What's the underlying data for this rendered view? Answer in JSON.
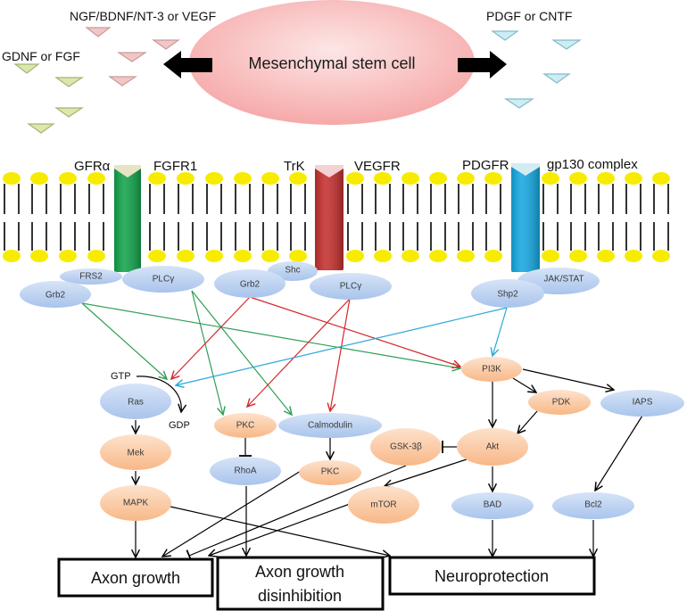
{
  "cell": {
    "label": "Mesenchymal stem cell",
    "color": "#f6a9a9"
  },
  "ligands": [
    {
      "label": "NGF/BDNF/NT-3 or VEGF",
      "color": "#f2c6c6",
      "edge_color": "#c99a9a"
    },
    {
      "label": "GDNF or FGF",
      "color": "#dbe7ab",
      "edge_color": "#a3b474"
    },
    {
      "label": "PDGF or CNTF",
      "color": "#cbedf4",
      "edge_color": "#86b9c6"
    }
  ],
  "receptors": [
    {
      "left_label": "GFRα",
      "right_label": "FGFR1",
      "color": "#12a34c",
      "cap_color": "#e6e4c4"
    },
    {
      "left_label": "TrK",
      "right_label": "VEGFR",
      "color": "#c4302e",
      "cap_color": "#f3d2d2"
    },
    {
      "left_label": "PDGFR",
      "right_label": "gp130 complex",
      "color": "#15a8e2",
      "cap_color": "#d3ebf3"
    }
  ],
  "membrane": {
    "head_color": "#f7ec00",
    "tail_color": "#000000"
  },
  "colors": {
    "green": "#2f9f56",
    "red": "#d3282b",
    "blue": "#2aa8d8",
    "black": "#000000",
    "node_blue_top": "#d6e4f7",
    "node_blue_bottom": "#a9c4ec",
    "node_orange_top": "#fde2cc",
    "node_orange_bottom": "#f8b887"
  },
  "gtp_label": "GTP",
  "gdp_label": "GDP",
  "nodes": [
    {
      "id": "frs2",
      "label": "FRS2",
      "kind": "blue"
    },
    {
      "id": "grb2-a",
      "label": "Grb2",
      "kind": "blue"
    },
    {
      "id": "plcg-a",
      "label": "PLCγ",
      "kind": "blue"
    },
    {
      "id": "shc",
      "label": "Shc",
      "kind": "blue"
    },
    {
      "id": "grb2-b",
      "label": "Grb2",
      "kind": "blue"
    },
    {
      "id": "plcg-b",
      "label": "PLCγ",
      "kind": "blue"
    },
    {
      "id": "jak-stat",
      "label": "JAK/STAT",
      "kind": "blue"
    },
    {
      "id": "shp2",
      "label": "Shp2",
      "kind": "blue"
    },
    {
      "id": "ras",
      "label": "Ras",
      "kind": "blue"
    },
    {
      "id": "mek",
      "label": "Mek",
      "kind": "orange"
    },
    {
      "id": "mapk",
      "label": "MAPK",
      "kind": "orange"
    },
    {
      "id": "pkc-a",
      "label": "PKC",
      "kind": "orange"
    },
    {
      "id": "calmodulin",
      "label": "Calmodulin",
      "kind": "blue"
    },
    {
      "id": "rhoa",
      "label": "RhoA",
      "kind": "blue"
    },
    {
      "id": "pkc-b",
      "label": "PKC",
      "kind": "orange"
    },
    {
      "id": "pi3k",
      "label": "PI3K",
      "kind": "orange"
    },
    {
      "id": "pdk",
      "label": "PDK",
      "kind": "orange"
    },
    {
      "id": "iaps",
      "label": "IAPS",
      "kind": "blue"
    },
    {
      "id": "gsk3b",
      "label": "GSK-3β",
      "kind": "orange"
    },
    {
      "id": "akt",
      "label": "Akt",
      "kind": "orange"
    },
    {
      "id": "mtor",
      "label": "mTOR",
      "kind": "orange"
    },
    {
      "id": "bad",
      "label": "BAD",
      "kind": "blue"
    },
    {
      "id": "bcl2",
      "label": "Bcl2",
      "kind": "blue"
    }
  ],
  "outcomes": [
    {
      "id": "axon-growth",
      "label_lines": [
        "Axon growth"
      ]
    },
    {
      "id": "axon-growth-disinhibition",
      "label_lines": [
        "Axon growth",
        "disinhibition"
      ]
    },
    {
      "id": "neuroprotection",
      "label_lines": [
        "Neuroprotection"
      ]
    }
  ],
  "edges": [
    {
      "from": "grb2-a",
      "to": "ras",
      "color": "green",
      "type": "activation"
    },
    {
      "from": "grb2-a",
      "to": "pi3k",
      "color": "green",
      "type": "activation"
    },
    {
      "from": "plcg-a",
      "to": "pkc-a",
      "color": "green",
      "type": "activation"
    },
    {
      "from": "plcg-a",
      "to": "calmodulin",
      "color": "green",
      "type": "activation"
    },
    {
      "from": "grb2-b",
      "to": "ras",
      "color": "red",
      "type": "activation"
    },
    {
      "from": "grb2-b",
      "to": "pi3k",
      "color": "red",
      "type": "activation"
    },
    {
      "from": "plcg-b",
      "to": "pkc-a",
      "color": "red",
      "type": "activation"
    },
    {
      "from": "plcg-b",
      "to": "calmodulin",
      "color": "red",
      "type": "activation"
    },
    {
      "from": "shp2",
      "to": "ras",
      "color": "blue",
      "type": "activation"
    },
    {
      "from": "shp2",
      "to": "pi3k",
      "color": "blue",
      "type": "activation"
    },
    {
      "from": "ras",
      "to": "mek",
      "color": "black",
      "type": "activation"
    },
    {
      "from": "mek",
      "to": "mapk",
      "color": "black",
      "type": "activation"
    },
    {
      "from": "pkc-a",
      "to": "rhoa",
      "color": "black",
      "type": "inhibition"
    },
    {
      "from": "calmodulin",
      "to": "pkc-b",
      "color": "black",
      "type": "activation"
    },
    {
      "from": "pi3k",
      "to": "akt",
      "color": "black",
      "type": "activation"
    },
    {
      "from": "pi3k",
      "to": "pdk",
      "color": "black",
      "type": "activation"
    },
    {
      "from": "pi3k",
      "to": "iaps",
      "color": "black",
      "type": "activation"
    },
    {
      "from": "pdk",
      "to": "akt",
      "color": "black",
      "type": "activation"
    },
    {
      "from": "akt",
      "to": "gsk3b",
      "color": "black",
      "type": "inhibition"
    },
    {
      "from": "akt",
      "to": "mtor",
      "color": "black",
      "type": "activation"
    },
    {
      "from": "akt",
      "to": "bad",
      "color": "black",
      "type": "activation"
    },
    {
      "from": "iaps",
      "to": "bcl2",
      "color": "black",
      "type": "activation"
    },
    {
      "from": "mapk",
      "to": "axon-growth",
      "color": "black",
      "type": "activation"
    },
    {
      "from": "mapk",
      "to": "neuroprotection",
      "color": "black",
      "type": "activation"
    },
    {
      "from": "pkc-b",
      "to": "axon-growth",
      "color": "black",
      "type": "activation"
    },
    {
      "from": "gsk3b",
      "to": "axon-growth",
      "color": "black",
      "type": "inhibition"
    },
    {
      "from": "mtor",
      "to": "axon-growth",
      "color": "black",
      "type": "activation"
    },
    {
      "from": "rhoa",
      "to": "axon-growth-disinhibition",
      "color": "black",
      "type": "activation"
    },
    {
      "from": "bad",
      "to": "neuroprotection",
      "color": "black",
      "type": "activation"
    },
    {
      "from": "bcl2",
      "to": "neuroprotection",
      "color": "black",
      "type": "activation"
    }
  ]
}
